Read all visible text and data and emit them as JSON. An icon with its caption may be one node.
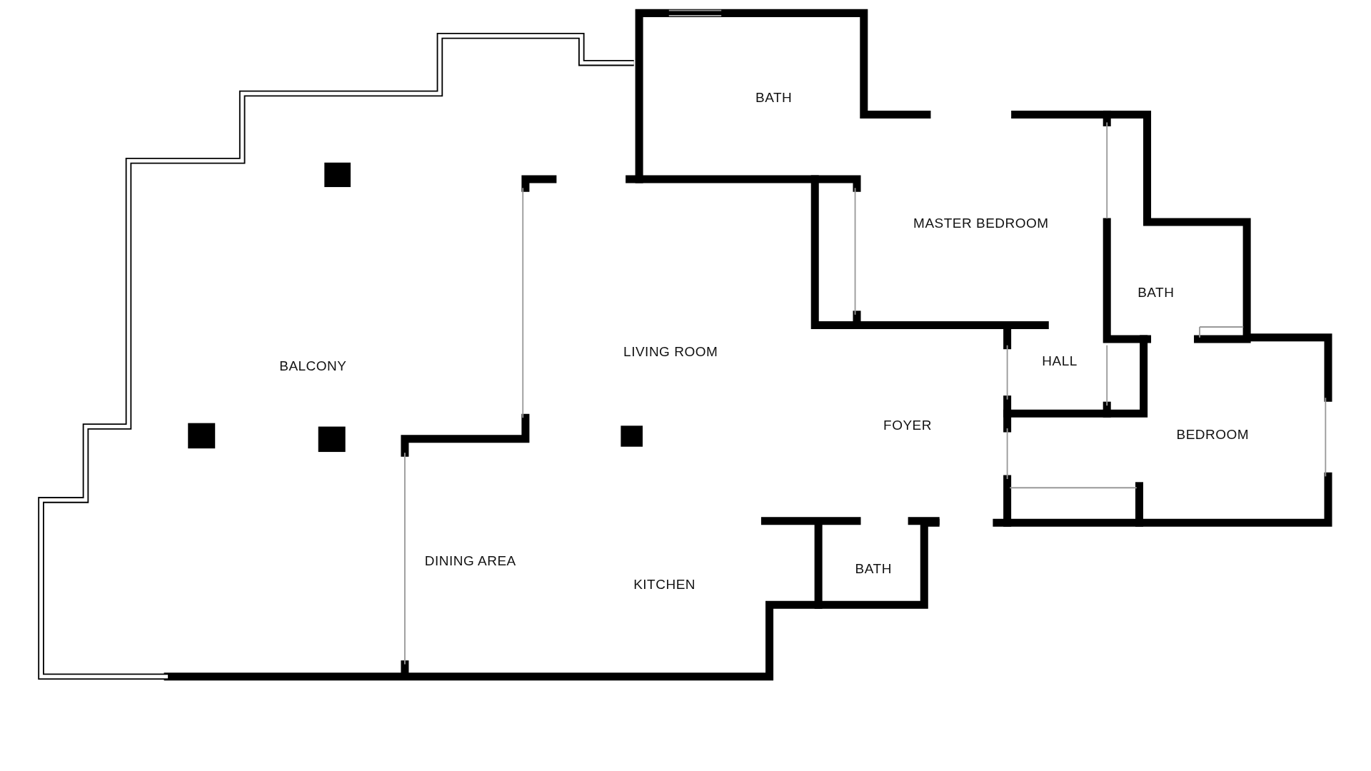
{
  "diagram": {
    "labels": [
      "BATH",
      "MASTER BEDROOM",
      "BATH",
      "LIVING ROOM",
      "HALL",
      "BALCONY",
      "FOYER",
      "BEDROOM",
      "DINING AREA",
      "BATH",
      "KITCHEN"
    ]
  }
}
